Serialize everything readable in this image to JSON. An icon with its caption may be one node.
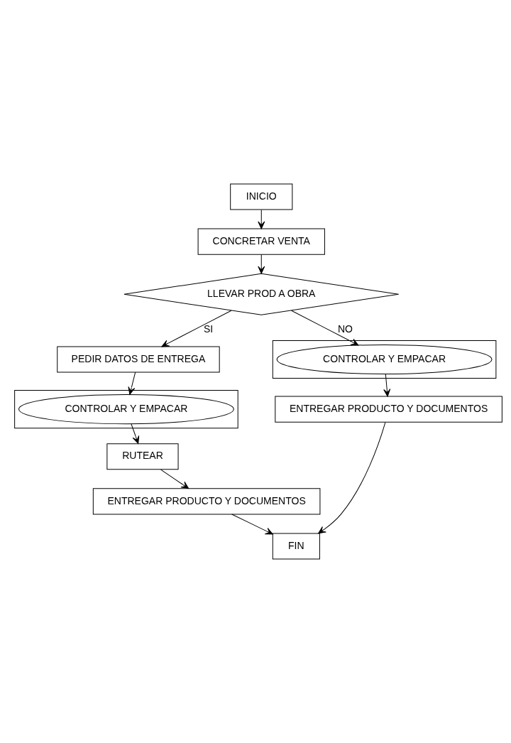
{
  "diagram": {
    "nodes": [
      {
        "text": [
          "INICIO"
        ]
      },
      {
        "text": [
          "CONCRETAR VENTA"
        ]
      },
      {
        "text": [
          "LLEVAR PROD A OBRA"
        ]
      },
      {
        "text": [],
        "shape": "box"
      },
      {
        "text": [
          "CONTROLAR Y EMPACAR"
        ],
        "in": 3
      },
      {
        "text": [
          "ENTREGAR PRODUCTO Y DOCUMENTOS"
        ]
      },
      {
        "text": [
          "PEDIR DATOS DE ENTREGA"
        ]
      },
      {
        "text": [],
        "shape": "box"
      },
      {
        "text": [
          "CONTROLAR Y EMPACAR"
        ],
        "in": 7
      },
      {
        "text": [
          "RUTEAR"
        ]
      },
      {
        "text": [
          "ENTREGAR PRODUCTO Y DOCUMENTOS"
        ]
      },
      {
        "text": [
          "FIN"
        ]
      }
    ],
    "edges": [
      {
        "from": 0,
        "to": 1,
        "arrow": "to"
      },
      {
        "from": 1,
        "to": 2,
        "arrow": "to"
      },
      {
        "from": 2,
        "to": 4,
        "arrow": "to",
        "label": "NO"
      },
      {
        "from": 4,
        "to": 5,
        "arrow": "to"
      },
      {
        "from": 2,
        "to": 6,
        "arrow": "to",
        "label": "SI"
      },
      {
        "from": 6,
        "to": 8,
        "arrow": "to"
      },
      {
        "from": 8,
        "to": 9,
        "arrow": "to"
      },
      {
        "from": 9,
        "to": 10,
        "arrow": "to"
      },
      {
        "from": 10,
        "to": 11,
        "arrow": "to"
      },
      {
        "from": 5,
        "to": 11,
        "arrow": "to"
      }
    ]
  }
}
